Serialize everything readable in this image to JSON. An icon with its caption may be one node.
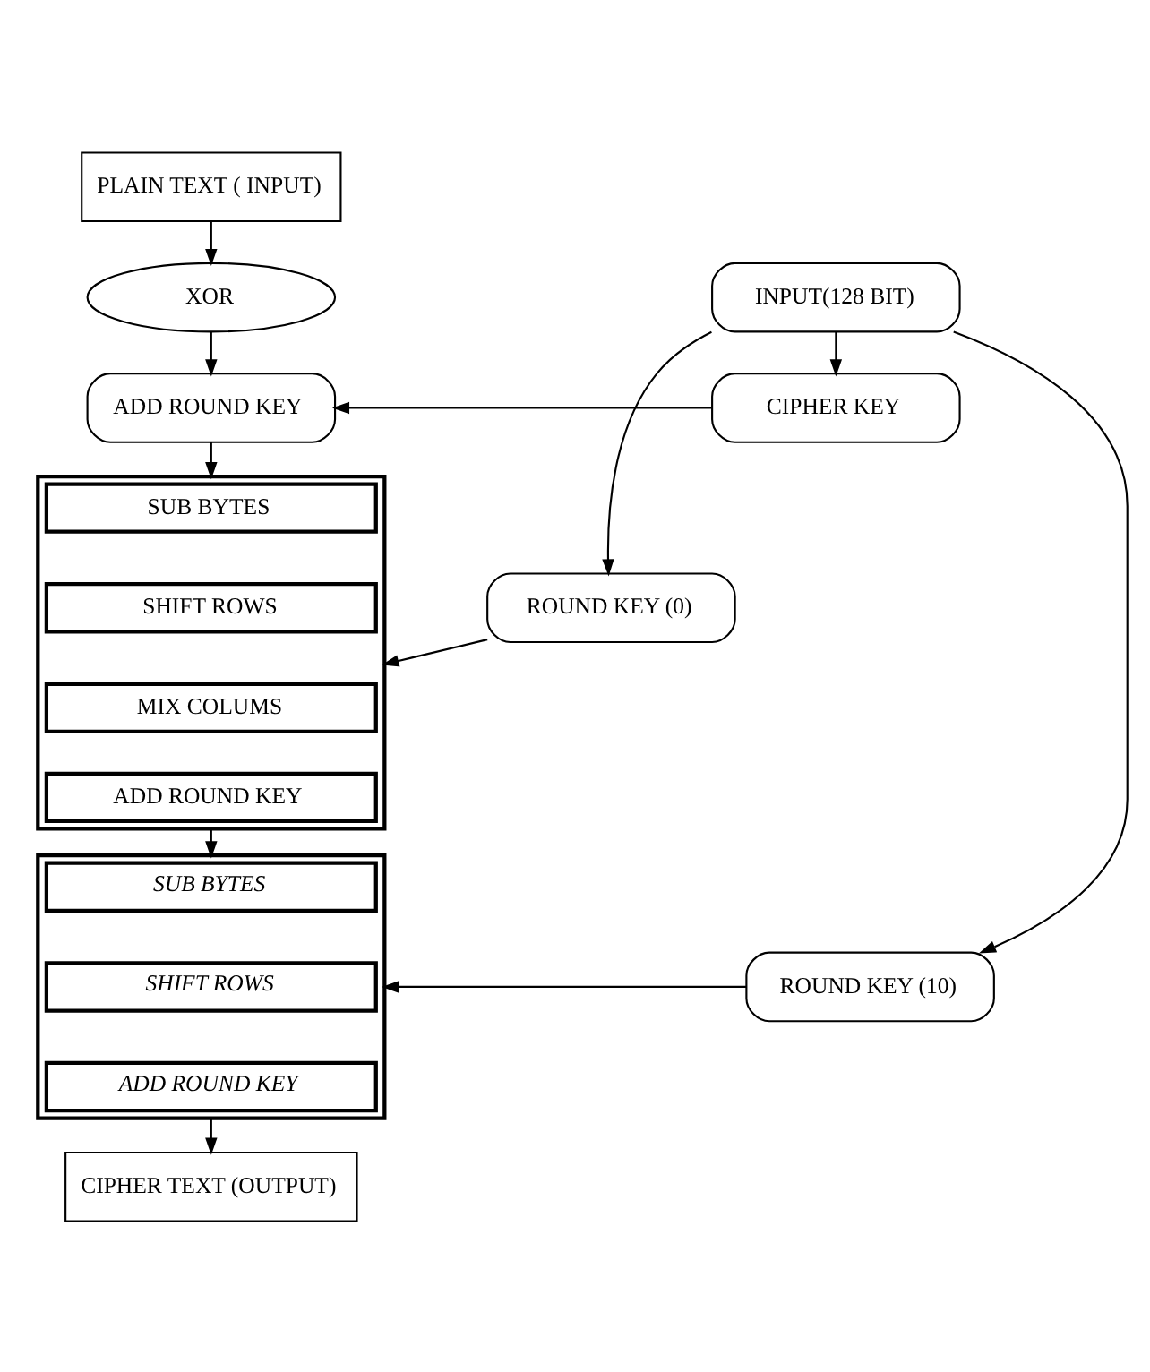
{
  "diagram": {
    "nodes": [
      {
        "text": [
          "PLAIN TEXT ( INPUT)"
        ]
      },
      {
        "text": [
          "XOR"
        ]
      },
      {
        "text": [
          "ADD ROUND KEY"
        ]
      },
      {
        "text": [
          "CIPHER KEY"
        ]
      },
      {
        "text": [
          "INPUT(128 BIT)"
        ]
      },
      {
        "text": [],
        "shape": "box"
      },
      {
        "text": [
          "SUB BYTES"
        ],
        "in": 5
      },
      {
        "text": [
          "SHIFT ROWS"
        ],
        "in": 5
      },
      {
        "text": [
          "MIX COLUMS"
        ],
        "in": 5
      },
      {
        "text": [
          "ADD ROUND KEY"
        ],
        "in": 5
      },
      {
        "text": [
          "ROUND KEY (0)"
        ]
      },
      {
        "text": [],
        "shape": "box"
      },
      {
        "text": [
          "SUB BYTES"
        ],
        "in": 11
      },
      {
        "text": [
          "SHIFT ROWS"
        ],
        "in": 11
      },
      {
        "text": [
          "ADD ROUND KEY"
        ],
        "in": 11
      },
      {
        "text": [
          "ROUND KEY (10)"
        ]
      },
      {
        "text": [
          "CIPHER TEXT (OUTPUT)"
        ]
      }
    ],
    "edges": [
      {
        "from": 0,
        "to": 1,
        "arrow": "to"
      },
      {
        "from": 1,
        "to": 2,
        "arrow": "to"
      },
      {
        "from": 3,
        "to": 2,
        "arrow": "to"
      },
      {
        "from": 4,
        "to": 3,
        "arrow": "to"
      },
      {
        "from": 4,
        "to": 10,
        "arrow": "to"
      },
      {
        "from": 4,
        "to": 15,
        "arrow": "to"
      },
      {
        "from": 2,
        "to": 5,
        "arrow": "to"
      },
      {
        "from": 10,
        "to": 5,
        "arrow": "to"
      },
      {
        "from": 5,
        "to": 11,
        "arrow": "to"
      },
      {
        "from": 15,
        "to": 11,
        "arrow": "to"
      },
      {
        "from": 11,
        "to": 16,
        "arrow": "to"
      }
    ]
  }
}
